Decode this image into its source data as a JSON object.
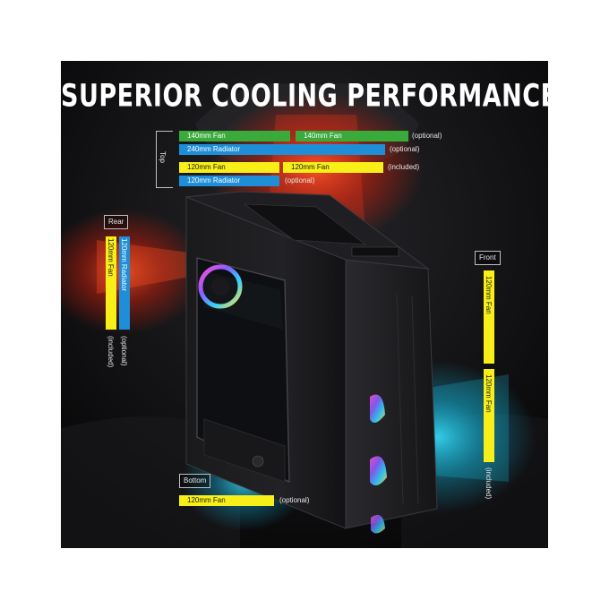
{
  "headline": "SUPERIOR COOLING PERFORMANCE",
  "labels": {
    "top": "Top",
    "rear": "Rear",
    "front": "Front",
    "bottom": "Bottom"
  },
  "top": {
    "row1": {
      "fan_a": "140mm Fan",
      "fan_b": "140mm Fan",
      "note": "(optional)"
    },
    "row2": {
      "radiator": "240mm Radiator",
      "note": "(optional)"
    },
    "row3": {
      "fan_a": "120mm Fan",
      "fan_b": "120mm Fan",
      "note": "(included)"
    },
    "row4": {
      "radiator": "120mm Radiator",
      "note": "(optional)"
    }
  },
  "rear": {
    "fan": "120mm Fan",
    "fan_note": "(included)",
    "radiator": "120mm Radiator",
    "radiator_note": "(optional)"
  },
  "front": {
    "fan_a": "120mm Fan",
    "fan_b": "120mm Fan",
    "note": "(included)"
  },
  "bottom": {
    "fan": "120mm Fan",
    "note": "(optional)"
  },
  "colors": {
    "green": "#3aaa3a",
    "blue": "#1e8ed8",
    "yellow": "#f7ef17",
    "hot_air": "#ff3a1a",
    "cool_air": "#19c7e8"
  }
}
